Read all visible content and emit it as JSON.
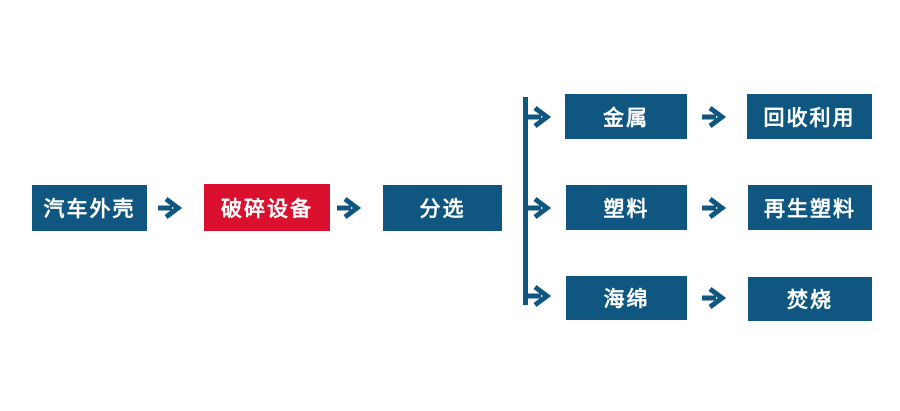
{
  "colors": {
    "node_blue": "#0F5781",
    "node_red": "#D9112F",
    "arrow": "#0F5781",
    "text_white": "#FFFFFF"
  },
  "flowchart": {
    "main_flow": [
      {
        "label": "汽车外壳"
      },
      {
        "label": "破碎设备"
      },
      {
        "label": "分选"
      }
    ],
    "branches": [
      {
        "material": "金属",
        "outcome": "回收利用"
      },
      {
        "material": "塑料",
        "outcome": "再生塑料"
      },
      {
        "material": "海绵",
        "outcome": "焚烧"
      }
    ]
  }
}
